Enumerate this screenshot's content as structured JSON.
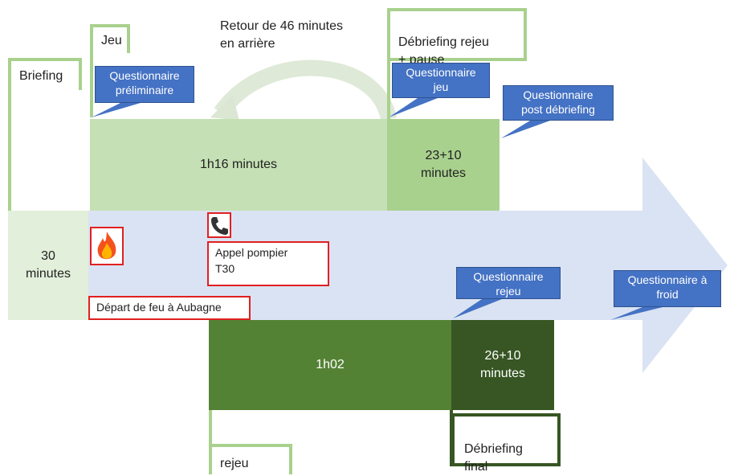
{
  "timeline": {
    "briefing": {
      "label": "Briefing",
      "duration": "30\nminutes"
    },
    "jeu": {
      "label": "Jeu",
      "duration": "1h16 minutes"
    },
    "debriefing_rejeu": {
      "label": "Débriefing rejeu\n+ pause",
      "duration": "23+10\nminutes"
    },
    "rejeu": {
      "label": "rejeu",
      "duration": "1h02"
    },
    "debriefing_final": {
      "label": "Débriefing\nfinal",
      "duration": "26+10\nminutes"
    },
    "retour": {
      "label": "Retour de 46 minutes\nen arrière"
    }
  },
  "callouts": {
    "preliminaire": "Questionnaire\npréliminaire",
    "jeu": "Questionnaire\njeu",
    "post_debriefing": "Questionnaire\npost débriefing",
    "rejeu": "Questionnaire\nrejeu",
    "froid": "Questionnaire à\nfroid"
  },
  "events": {
    "feu": "Départ de feu à Aubagne",
    "appel": "Appel pompier\nT30",
    "fire_icon": "fire-icon",
    "phone_icon": "phone-icon"
  },
  "colors": {
    "arrow": "#dae3f3",
    "briefing_bg": "#e2efda",
    "jeu_bg": "#c5e0b4",
    "debrief_rejeu_bg": "#a9d18e",
    "rejeu_bg": "#548235",
    "debrief_final_bg": "#375623",
    "callout": "#4472c4",
    "flag": "#a9d18e",
    "red": "#e02020"
  }
}
